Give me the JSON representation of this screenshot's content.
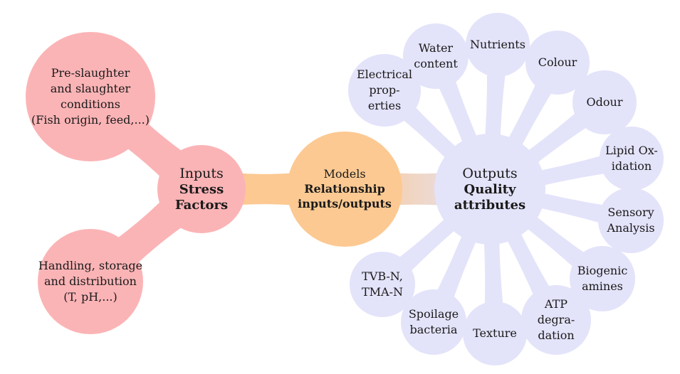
{
  "colors": {
    "inputs": "#fbb4b6",
    "models": "#fcc992",
    "outputs": "#e3e3fa"
  },
  "inputs": {
    "title": "Inputs",
    "subtitle_lines": [
      "Stress",
      "Factors"
    ],
    "children": [
      {
        "lines": [
          "Pre-slaughter",
          "and slaughter",
          "conditions",
          "(Fish origin, feed,...)"
        ]
      },
      {
        "lines": [
          "Handling, storage",
          "and distribution",
          "(T, pH,...)"
        ]
      }
    ]
  },
  "models": {
    "title": "Models",
    "subtitle_lines": [
      "Relationship",
      "inputs/outputs"
    ]
  },
  "outputs": {
    "title": "Outputs",
    "subtitle_lines": [
      "Quality",
      "attributes"
    ],
    "children": [
      {
        "lines": [
          "Electrical",
          "prop-",
          "erties"
        ]
      },
      {
        "lines": [
          "Water",
          "content"
        ]
      },
      {
        "lines": [
          "Nutrients"
        ]
      },
      {
        "lines": [
          "Colour"
        ]
      },
      {
        "lines": [
          "Odour"
        ]
      },
      {
        "lines": [
          "Lipid Ox-",
          "idation"
        ]
      },
      {
        "lines": [
          "Sensory",
          "Analysis"
        ]
      },
      {
        "lines": [
          "Biogenic",
          "amines"
        ]
      },
      {
        "lines": [
          "ATP",
          "degra-",
          "dation"
        ]
      },
      {
        "lines": [
          "Texture"
        ]
      },
      {
        "lines": [
          "Spoilage",
          "bacteria"
        ]
      },
      {
        "lines": [
          "TVB-N,",
          "TMA-N"
        ]
      }
    ]
  }
}
